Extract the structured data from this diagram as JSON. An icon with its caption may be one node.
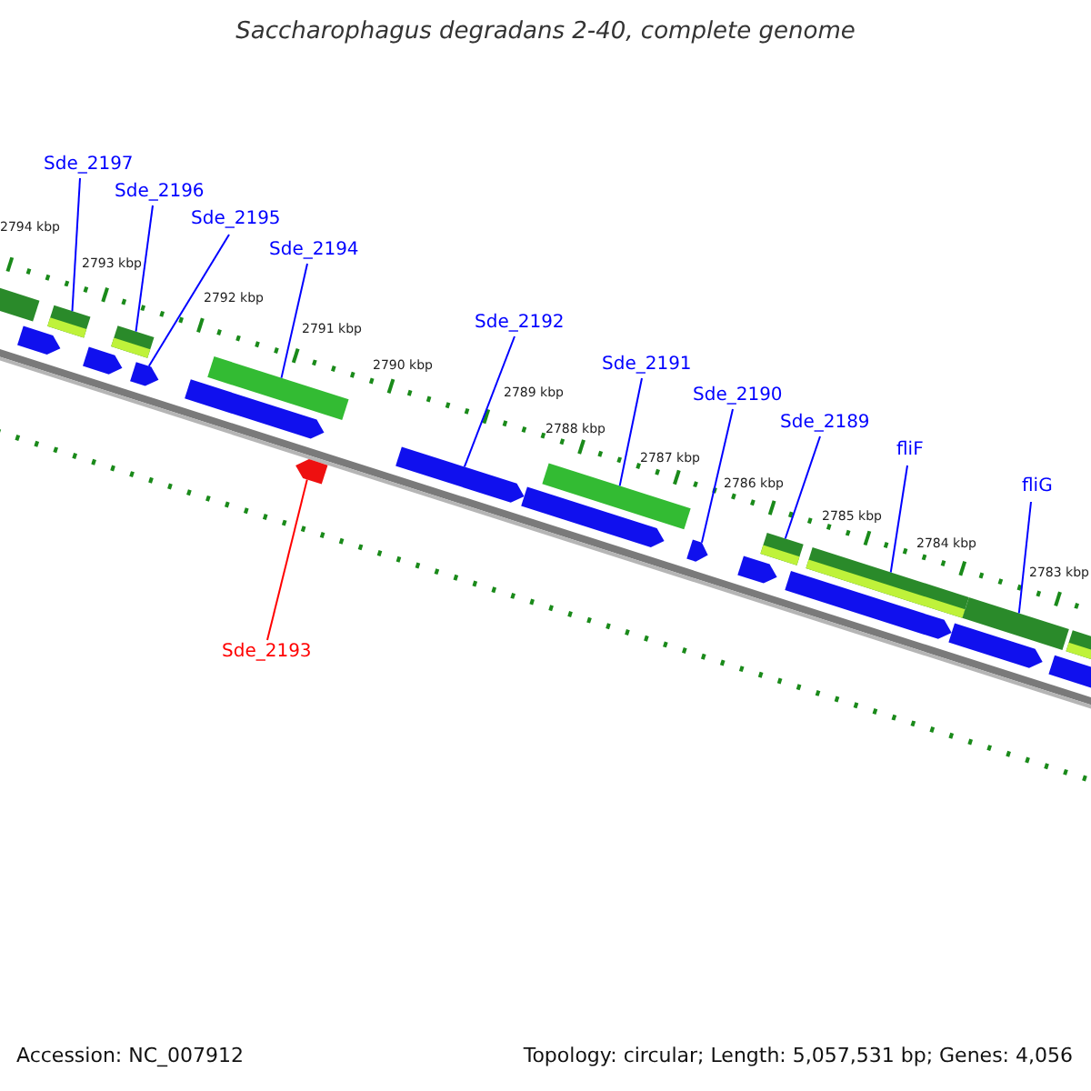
{
  "diagram": {
    "title": "Saccharophagus degradans 2-40, complete genome",
    "nodes": [
      {
        "text": [
          "Sde_2197"
        ]
      },
      {
        "text": [
          "Sde_2196"
        ]
      },
      {
        "text": [
          "Sde_2195"
        ]
      },
      {
        "text": [
          "Sde_2194"
        ]
      },
      {
        "text": [
          "Sde_2192"
        ]
      },
      {
        "text": [
          "Sde_2191"
        ]
      },
      {
        "text": [
          "Sde_2190"
        ]
      },
      {
        "text": [
          "Sde_2189"
        ]
      },
      {
        "text": [
          "fliF"
        ]
      },
      {
        "text": [
          "fliG"
        ]
      },
      {
        "text": [
          "Sde_2193"
        ]
      },
      {
        "text": [],
        "shape": "bar"
      },
      {
        "text": [],
        "shape": "pentagon"
      },
      {
        "text": [],
        "shape": "bar"
      },
      {
        "text": [],
        "shape": "pentagon"
      },
      {
        "text": [],
        "shape": "bar"
      },
      {
        "text": [],
        "shape": "pentagon"
      },
      {
        "text": [],
        "shape": "pentagon"
      },
      {
        "text": [],
        "shape": "bar"
      },
      {
        "text": [],
        "shape": "pentagon"
      },
      {
        "text": [],
        "shape": "pentagon"
      },
      {
        "text": [],
        "shape": "pentagon"
      },
      {
        "text": [],
        "shape": "bar"
      },
      {
        "text": [],
        "shape": "pentagon"
      },
      {
        "text": [],
        "shape": "pentagon"
      },
      {
        "text": [],
        "shape": "bar"
      },
      {
        "text": [],
        "shape": "pentagon"
      },
      {
        "text": [],
        "shape": "bar"
      },
      {
        "text": [],
        "shape": "pentagon"
      },
      {
        "text": [],
        "shape": "bar"
      },
      {
        "text": [],
        "shape": "pentagon"
      },
      {
        "text": [],
        "shape": "bar"
      }
    ],
    "edges": [
      {
        "from": 0,
        "to": 13,
        "arrow": "none"
      },
      {
        "from": 1,
        "to": 15,
        "arrow": "none"
      },
      {
        "from": 2,
        "to": 16,
        "arrow": "none"
      },
      {
        "from": 3,
        "to": 18,
        "arrow": "none"
      },
      {
        "from": 4,
        "to": 20,
        "arrow": "none"
      },
      {
        "from": 5,
        "to": 22,
        "arrow": "none"
      },
      {
        "from": 6,
        "to": 23,
        "arrow": "none"
      },
      {
        "from": 7,
        "to": 25,
        "arrow": "none"
      },
      {
        "from": 8,
        "to": 27,
        "arrow": "none"
      },
      {
        "from": 9,
        "to": 29,
        "arrow": "none"
      },
      {
        "from": 10,
        "to": 19,
        "arrow": "none",
        "color": "#ff0000"
      }
    ],
    "labels": [
      "2794 kbp",
      "2793 kbp",
      "2792 kbp",
      "2791 kbp",
      "2790 kbp",
      "2789 kbp",
      "2788 kbp",
      "2787 kbp",
      "2786 kbp",
      "2785 kbp",
      "2784 kbp",
      "2783 kbp",
      "Accession: NC_007912",
      "Topology: circular; Length: 5,057,531 bp; Genes: 4,056"
    ]
  }
}
